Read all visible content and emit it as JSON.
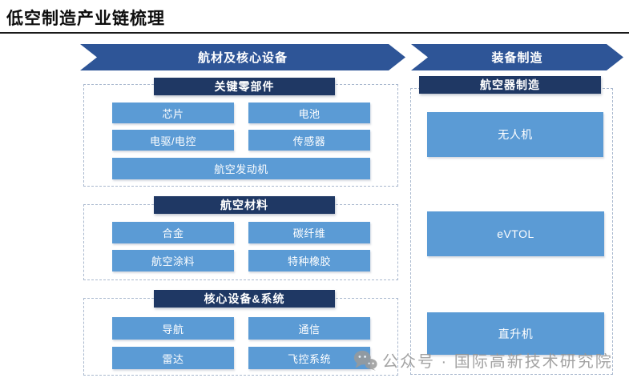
{
  "page": {
    "title": "低空制造产业链梳理"
  },
  "colors": {
    "arrow_blue": "#2E5597",
    "header_navy": "#1F3864",
    "item_blue": "#5B9BD5",
    "dashed_border": "#A9B8CE",
    "watermark_gray": "#949494",
    "title_black": "#0d0d0d"
  },
  "flow": {
    "arrows": [
      {
        "label": "航材及核心设备"
      },
      {
        "label": "装备制造"
      }
    ]
  },
  "left_column": {
    "groups": [
      {
        "header": "关键零部件",
        "items": [
          "芯片",
          "电池",
          "电驱/电控",
          "传感器",
          "航空发动机"
        ]
      },
      {
        "header": "航空材料",
        "items": [
          "合金",
          "碳纤维",
          "航空涂料",
          "特种橡胶"
        ]
      },
      {
        "header": "核心设备&系统",
        "items": [
          "导航",
          "通信",
          "雷达",
          "飞控系统"
        ]
      }
    ]
  },
  "right_column": {
    "header": "航空器制造",
    "items": [
      "无人机",
      "eVTOL",
      "直升机"
    ]
  },
  "watermark": {
    "icon": "wechat-icon",
    "text": "公众号 · 国际高新技术研究院"
  }
}
